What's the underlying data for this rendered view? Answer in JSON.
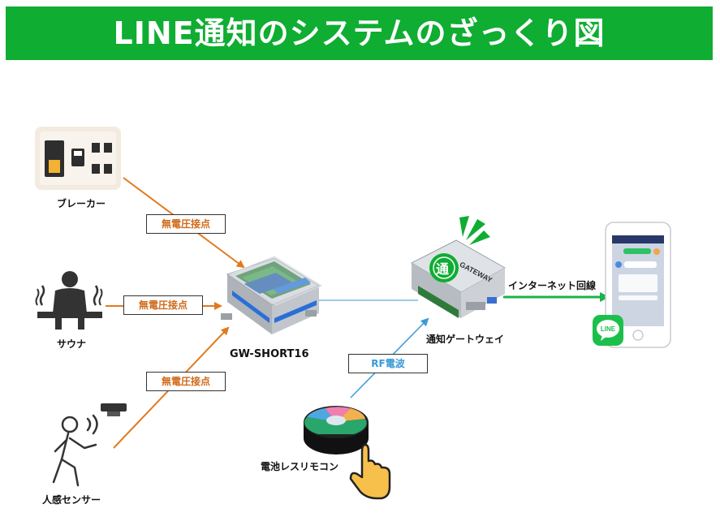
{
  "title": "LINE通知のシステムのざっくり図",
  "labels": {
    "breaker": "ブレーカー",
    "sauna": "サウナ",
    "sensor": "人感センサー",
    "gw": "GW-SHORT16",
    "gateway": "通知ゲートウェイ",
    "remote": "電池レスリモコン",
    "internet": "インターネット回線"
  },
  "connections": {
    "dry_contact": "無電圧接点",
    "rf": "RF電波"
  },
  "device_text": {
    "gateway_brand": "GATEWAY",
    "gateway_kanji": "通",
    "line_app": "LINE"
  },
  "colors": {
    "banner": "#0fad32",
    "orange_line": "#e07a1e",
    "blue_line": "#3a9ad9",
    "internet_line": "#19b34a"
  }
}
